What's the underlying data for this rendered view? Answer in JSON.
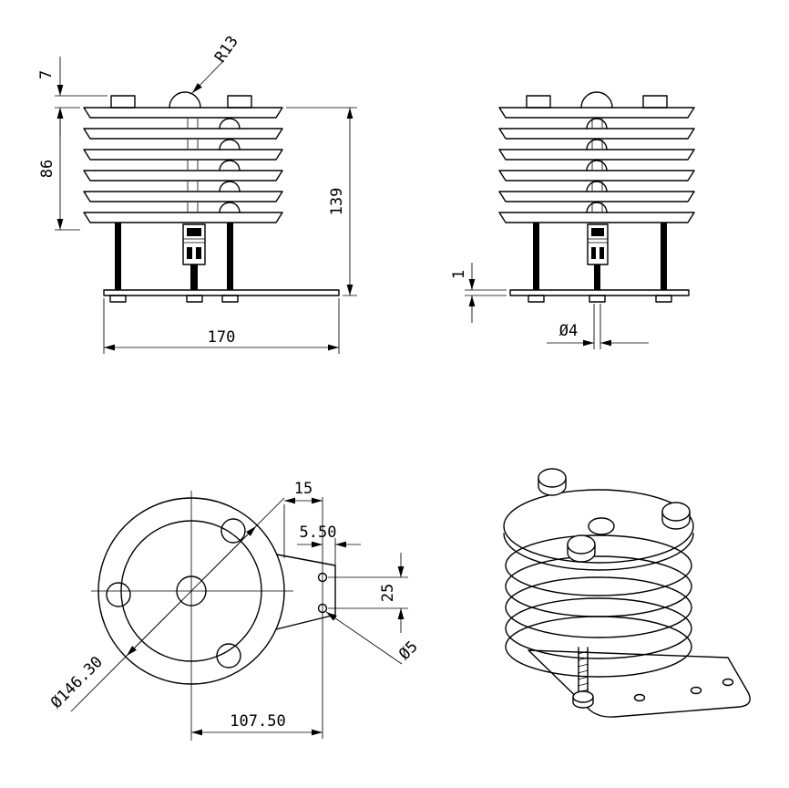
{
  "page": {
    "background": "#ffffff",
    "ink": "#000000"
  },
  "drawing": {
    "front_view": {
      "dim_cap_height": "7",
      "dim_stack_height": "86",
      "dim_total_height": "139",
      "dim_base_width": "170",
      "dim_dome_radius": "R13"
    },
    "side_view": {
      "dim_plate_thickness": "1",
      "dim_bolt_diameter": "Ø4"
    },
    "bottom_view": {
      "dim_edge_offset": "15",
      "dim_hole_edge_offset": "5.50",
      "dim_hole_spacing": "25",
      "dim_hole_diameter": "Ø5",
      "dim_outer_diameter": "Ø146.30",
      "dim_center_to_hole": "107.50"
    }
  }
}
